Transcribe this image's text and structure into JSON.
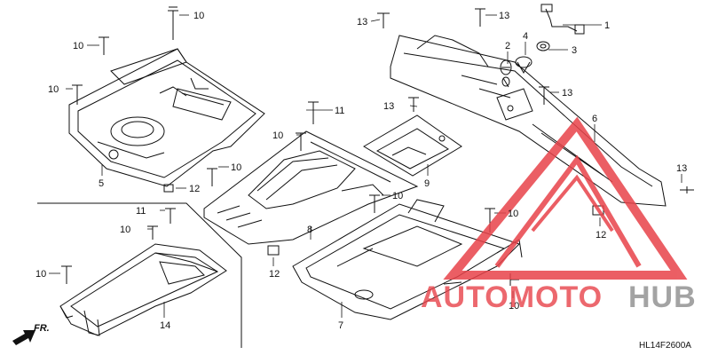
{
  "diagram": {
    "code": "HL14F2600A",
    "direction_label": "FR.",
    "callouts": [
      {
        "id": "c13a",
        "label": "13"
      },
      {
        "id": "c13b",
        "label": "13"
      },
      {
        "id": "c1",
        "label": "1"
      },
      {
        "id": "c2",
        "label": "2"
      },
      {
        "id": "c4",
        "label": "4"
      },
      {
        "id": "c3",
        "label": "3"
      },
      {
        "id": "c13c",
        "label": "13"
      },
      {
        "id": "c6",
        "label": "6"
      },
      {
        "id": "c13d",
        "label": "13"
      },
      {
        "id": "c10a",
        "label": "10"
      },
      {
        "id": "c10b",
        "label": "10"
      },
      {
        "id": "c10c",
        "label": "10"
      },
      {
        "id": "c5",
        "label": "5"
      },
      {
        "id": "c12a",
        "label": "12"
      },
      {
        "id": "c11a",
        "label": "11"
      },
      {
        "id": "c10d",
        "label": "10"
      },
      {
        "id": "c13e",
        "label": "13"
      },
      {
        "id": "c9",
        "label": "9"
      },
      {
        "id": "c10e",
        "label": "10"
      },
      {
        "id": "c8",
        "label": "8"
      },
      {
        "id": "c10f",
        "label": "10"
      },
      {
        "id": "c12b",
        "label": "12"
      },
      {
        "id": "c10g",
        "label": "10"
      },
      {
        "id": "c12c",
        "label": "12"
      },
      {
        "id": "c7",
        "label": "7"
      },
      {
        "id": "c10h",
        "label": "10"
      },
      {
        "id": "c11b",
        "label": "11"
      },
      {
        "id": "c10i",
        "label": "10"
      },
      {
        "id": "c10j",
        "label": "10"
      },
      {
        "id": "c14",
        "label": "14"
      }
    ]
  },
  "watermark": {
    "text_red": "AUTOMOTO",
    "text_grey": "HUB",
    "colors": {
      "red": "#e8434a",
      "grey": "#9a9a9a",
      "triangle": "#e8434a"
    }
  }
}
